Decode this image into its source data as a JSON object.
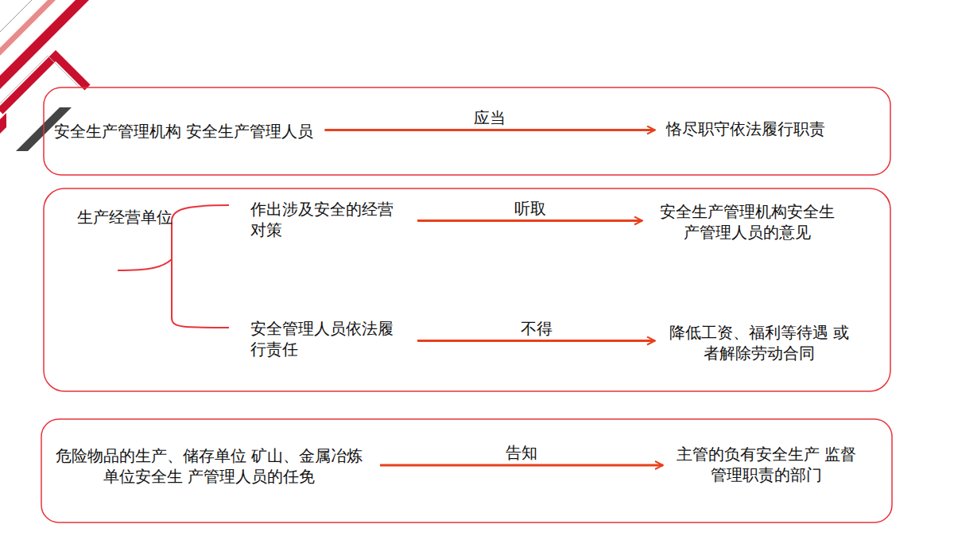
{
  "diagram": {
    "nodes": [
      {
        "text": [
          "安全生产管理机构 安全生产管理人员"
        ]
      },
      {
        "text": [
          "恪尽职守依法履行职责"
        ]
      },
      {
        "text": [
          "生产经营单位"
        ]
      },
      {
        "text": [
          "作出涉及安全的经营 对策"
        ]
      },
      {
        "text": [
          "安全生产管理机构安全生 产管理人员的意见"
        ]
      },
      {
        "text": [
          "安全管理人员依法履 行责任"
        ]
      },
      {
        "text": [
          "降低工资、福利等待遇 或者解除劳动合同"
        ]
      },
      {
        "text": [
          "危险物品的生产、储存单位 矿山、金属冶炼 单位安全生 产管理人员的任免"
        ]
      },
      {
        "text": [
          "主管的负有安全生产 监督管理职责的部门"
        ]
      }
    ],
    "edges": [
      {
        "from": 0,
        "to": 1,
        "label": "应当",
        "arrow": "to"
      },
      {
        "from": 3,
        "to": 4,
        "label": "听取",
        "arrow": "to"
      },
      {
        "from": 5,
        "to": 6,
        "label": "不得",
        "arrow": "to"
      },
      {
        "from": 7,
        "to": 8,
        "label": "告知",
        "arrow": "to"
      }
    ]
  }
}
